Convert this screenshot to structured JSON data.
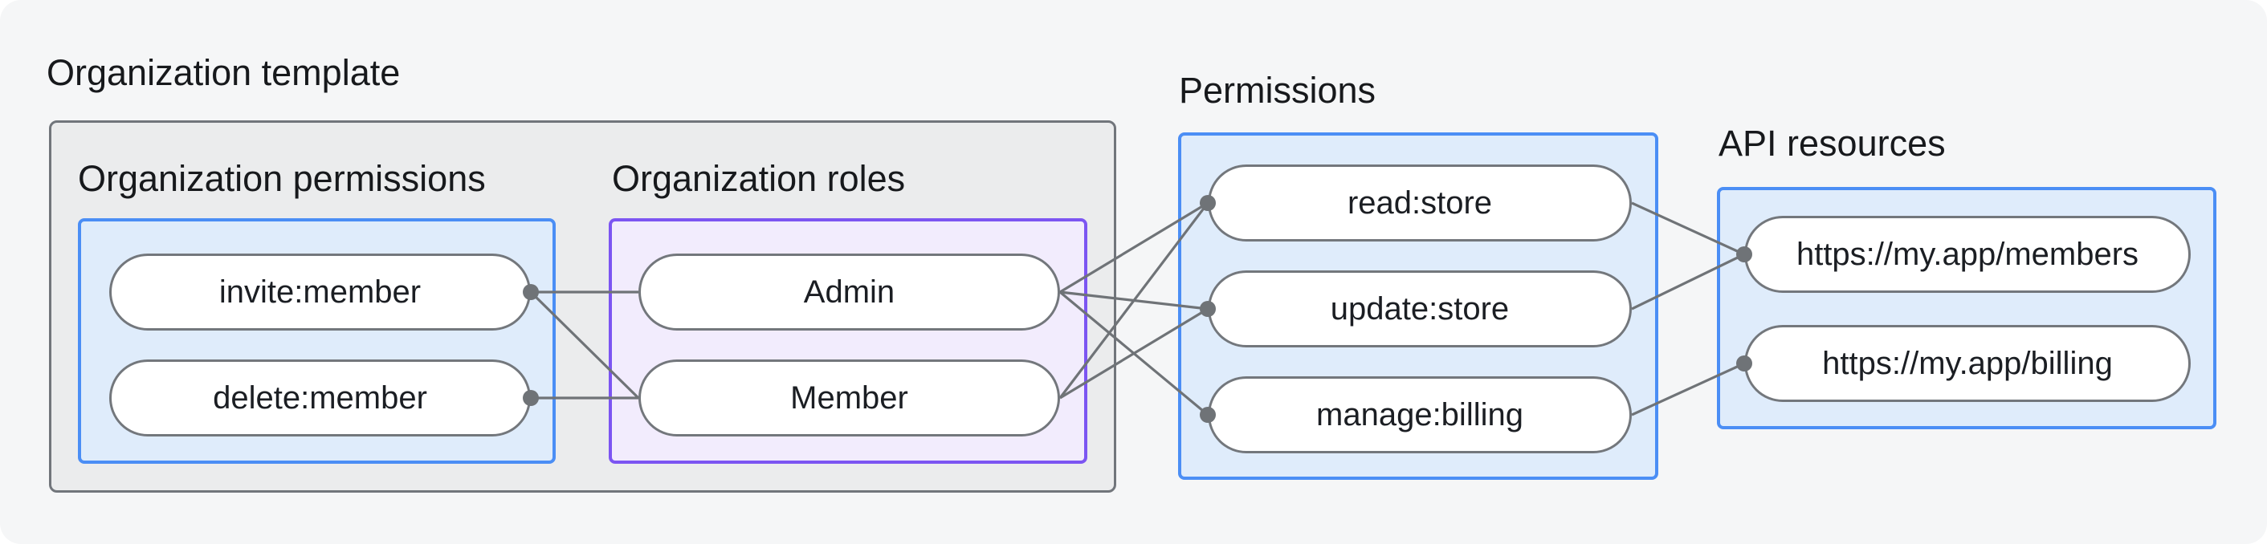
{
  "labels": {
    "title": "Organization template",
    "org_permissions": "Organization permissions",
    "org_roles": "Organization roles",
    "permissions": "Permissions",
    "api_resources": "API resources"
  },
  "nodes": {
    "invite": "invite:member",
    "delete": "delete:member",
    "admin": "Admin",
    "member": "Member",
    "read": "read:store",
    "update": "update:store",
    "manage": "manage:billing",
    "members_url": "https://my.app/members",
    "billing_url": "https://my.app/billing"
  },
  "edges": [
    {
      "from": "invite",
      "to": "admin"
    },
    {
      "from": "invite",
      "to": "member"
    },
    {
      "from": "delete",
      "to": "member"
    },
    {
      "from": "admin",
      "to": "read"
    },
    {
      "from": "admin",
      "to": "update"
    },
    {
      "from": "admin",
      "to": "manage"
    },
    {
      "from": "member",
      "to": "read"
    },
    {
      "from": "member",
      "to": "update"
    },
    {
      "from": "read",
      "to": "members_url"
    },
    {
      "from": "update",
      "to": "members_url"
    },
    {
      "from": "manage",
      "to": "billing_url"
    }
  ],
  "colors": {
    "background": "#f5f6f7",
    "container_fill": "#ebeced",
    "container_border": "#71757b",
    "blue_fill": "#dfecfb",
    "blue_border": "#4b8ef5",
    "purple_fill": "#f2ecfd",
    "purple_border": "#7c55f2",
    "node_border": "#73777c",
    "connector": "#6f7377",
    "text": "#17191c"
  }
}
